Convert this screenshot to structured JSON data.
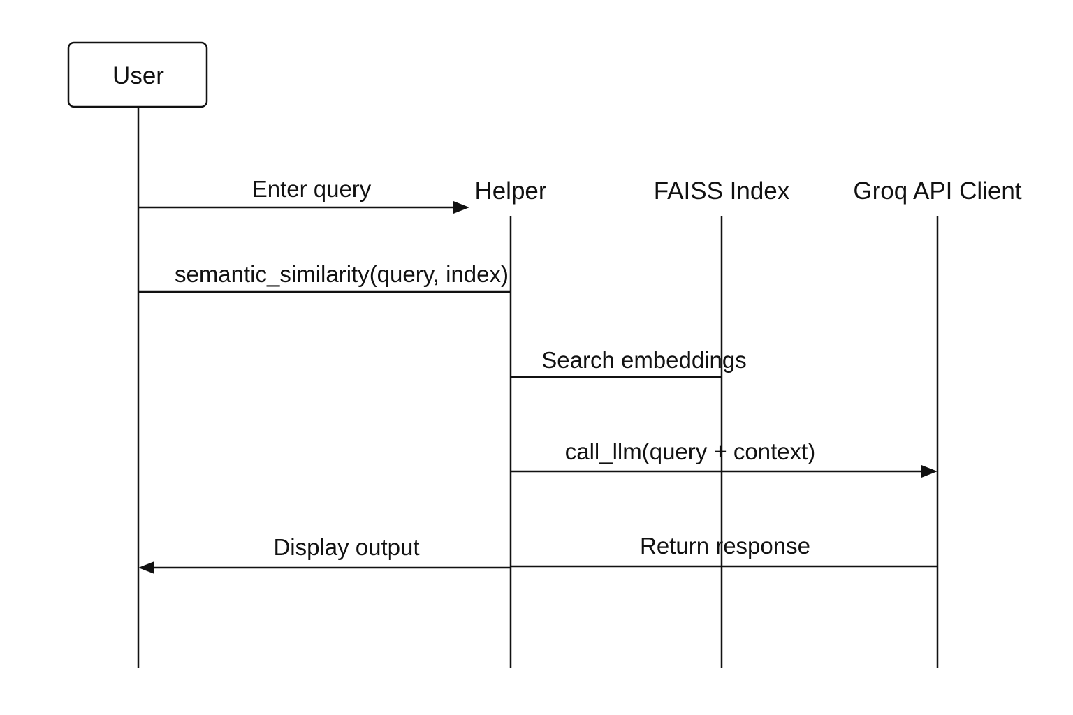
{
  "diagram": {
    "participants": [
      {
        "id": "user",
        "label": "User",
        "boxed": true
      },
      {
        "id": "helper",
        "label": "Helper",
        "boxed": false
      },
      {
        "id": "faiss",
        "label": "FAISS Index",
        "boxed": false
      },
      {
        "id": "groq",
        "label": "Groq API Client",
        "boxed": false
      }
    ],
    "messages": [
      {
        "label": "Enter query",
        "from": "user",
        "to": "helper",
        "arrow": "end"
      },
      {
        "label": "semantic_similarity(query, index)",
        "from": "user",
        "to": "helper",
        "arrow": "none"
      },
      {
        "label": "Search embeddings",
        "from": "helper",
        "to": "faiss",
        "arrow": "none"
      },
      {
        "label": "call_llm(query + context)",
        "from": "helper",
        "to": "groq",
        "arrow": "end"
      },
      {
        "label": "Display output",
        "from": "helper",
        "to": "user",
        "arrow": "end"
      },
      {
        "label": "Return response",
        "from": "groq",
        "to": "helper",
        "arrow": "none"
      }
    ],
    "colors": {
      "ink": "#111111",
      "background": "#ffffff"
    }
  }
}
